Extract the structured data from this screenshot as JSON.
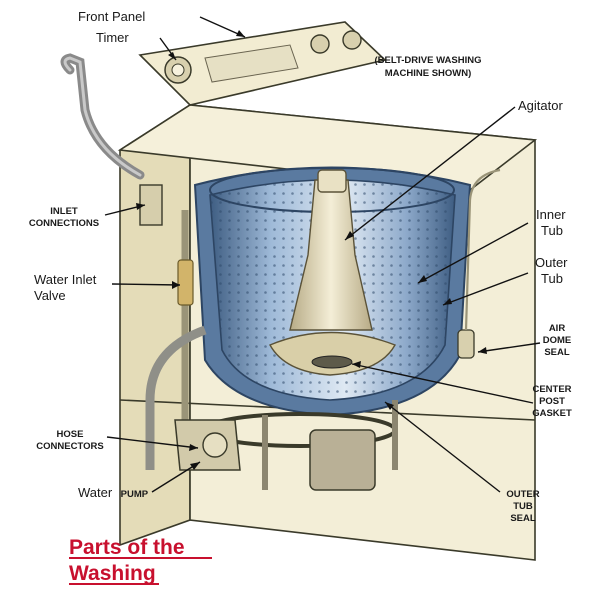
{
  "labels": {
    "front_panel": "Front Panel",
    "timer": "Timer",
    "belt_drive_line1": "(BELT-DRIVE WASHING",
    "belt_drive_line2": "MACHINE SHOWN)",
    "agitator": "Agitator",
    "inner_tub_line1": "Inner",
    "inner_tub_line2": "Tub",
    "outer_tub_line1": "Outer",
    "outer_tub_line2": "Tub",
    "air_dome_seal_line1": "AIR",
    "air_dome_seal_line2": "DOME",
    "air_dome_seal_line3": "SEAL",
    "inlet_connections_line1": "INLET",
    "inlet_connections_line2": "CONNECTIONS",
    "water_inlet_valve_line1": "Water Inlet",
    "water_inlet_valve_line2": "Valve",
    "center_post_gasket_line1": "CENTER",
    "center_post_gasket_line2": "POST",
    "center_post_gasket_line3": "GASKET",
    "hose_connectors_line1": "HOSE",
    "hose_connectors_line2": "CONNECTORS",
    "water_pump_word1": "Water",
    "water_pump_word2": "PUMP",
    "outer_tub_seal_line1": "OUTER",
    "outer_tub_seal_line2": "TUB",
    "outer_tub_seal_line3": "SEAL"
  },
  "title": {
    "line1": "Parts of the",
    "line2": "Washing"
  },
  "colors": {
    "cabinet": "#efe8c9",
    "cabinet_dark": "#d9cfa8",
    "tub_blue": "#7fa0c4",
    "tub_dark": "#4f6f93",
    "title_red": "#c8102e"
  }
}
